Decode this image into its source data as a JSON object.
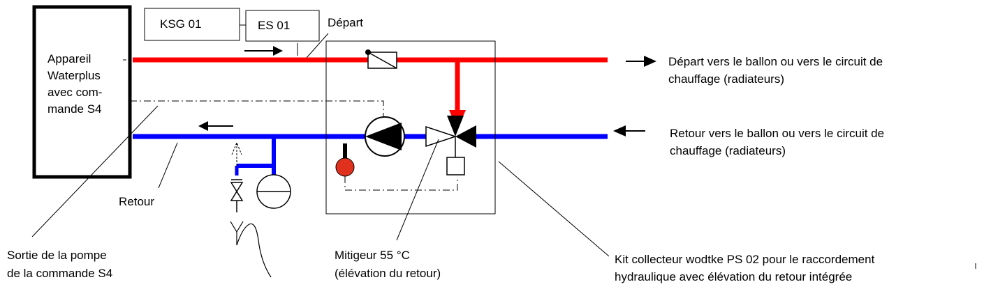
{
  "labels": {
    "device": [
      "Appareil",
      "Waterplus",
      "avec com-",
      "mande S4"
    ],
    "ksg": "KSG 01",
    "es": "ES 01",
    "depart": "Départ",
    "retour": "Retour",
    "depart_desc": [
      "Départ vers le ballon ou vers le circuit de",
      "chauffage (radiateurs)"
    ],
    "retour_desc": [
      "Retour vers le ballon ou vers le circuit de",
      "chauffage (radiateurs)"
    ],
    "sortie": [
      "Sortie de la pompe",
      "de la commande S4"
    ],
    "mitigeur": [
      "Mitigeur 55 °C",
      "(élévation du retour)"
    ],
    "kit": [
      "Kit collecteur wodtke PS 02 pour le raccordement",
      "hydraulique avec élévation du retour intégrée"
    ]
  },
  "colors": {
    "supply": "#ff0000",
    "return": "#0000ff",
    "sensor": "#e0301e",
    "line": "#000000"
  }
}
